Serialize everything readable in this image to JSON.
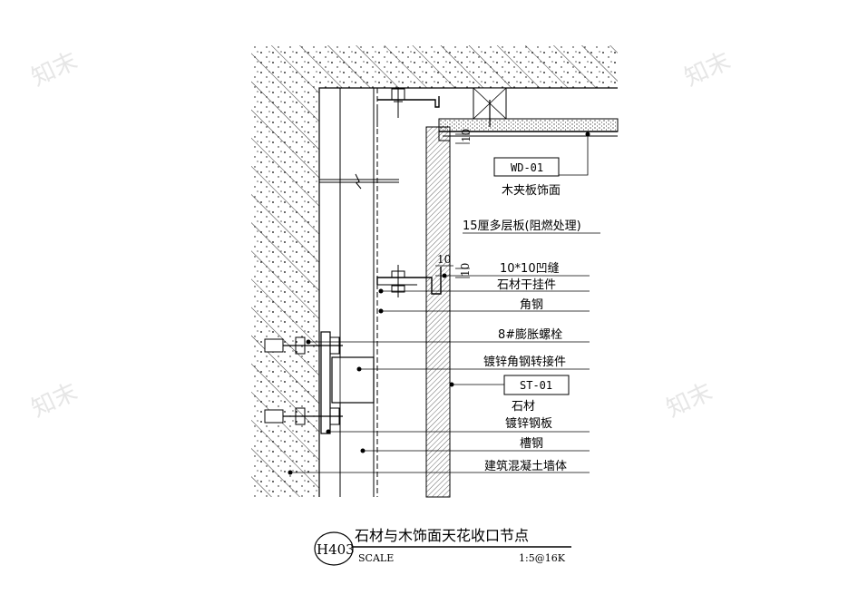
{
  "labels": {
    "wd_code": "WD-01",
    "wd_name": "木夹板饰面",
    "multilayer_board": "15厘多层板(阻燃处理)",
    "groove": "10*10凹缝",
    "stone_dry_hanger": "石材干挂件",
    "angle_steel": "角钢",
    "expansion_bolt": "8#膨胀螺栓",
    "galvanized_angle_adapter": "镀锌角钢转接件",
    "st_code": "ST-01",
    "stone": "石材",
    "galvanized_steel_plate": "镀锌钢板",
    "channel_steel": "槽钢",
    "concrete_wall": "建筑混凝土墙体"
  },
  "dimensions": {
    "top_gap": "10",
    "groove_w": "10",
    "groove_h": "10"
  },
  "title_block": {
    "code": "H403",
    "title": "石材与木饰面天花收口节点",
    "scale_label": "SCALE",
    "scale_value": "1:5@16K"
  },
  "watermark": "知末",
  "colors": {
    "line": "#000000",
    "watermark": "#e6e6e6"
  }
}
